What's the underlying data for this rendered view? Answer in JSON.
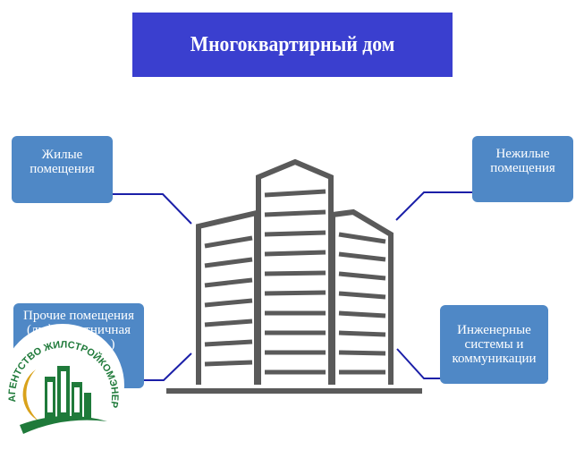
{
  "title": "Многоквартирный дом",
  "cards": {
    "top_left": "Жилые помещения",
    "top_right": "Нежилые помещения",
    "bottom_left": "Прочие помещения (лифт, лестничная клетка и др.)",
    "bottom_right": "Инженерные системы и коммуникации"
  },
  "logo": {
    "text": "АГЕНТСТВО ЖИЛСТРОЙКОМЭНЕРГО",
    "colors": {
      "green": "#1f7a3a",
      "gold": "#d9a21b"
    }
  },
  "colors": {
    "title_bg": "#3a3fcf",
    "card_bg": "#4f88c6",
    "connector": "#1b1fa8",
    "building": "#5a5a5a"
  }
}
